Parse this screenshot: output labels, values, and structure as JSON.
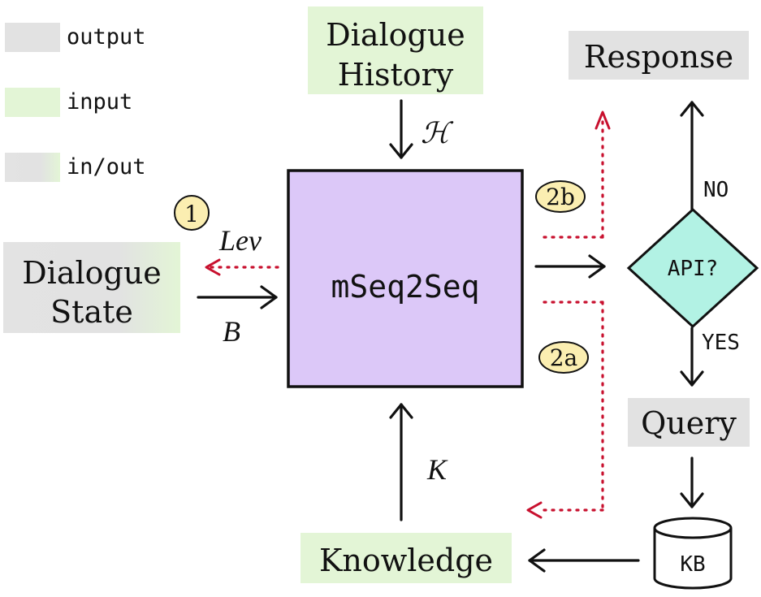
{
  "legend": {
    "items": [
      {
        "label": "output",
        "color": "#e2e2e2"
      },
      {
        "label": "input",
        "color": "#e3f5d6"
      },
      {
        "label": "in/out",
        "color": "#e2e2e2"
      }
    ]
  },
  "nodes": {
    "history": {
      "lines": [
        "Dialogue",
        "History"
      ]
    },
    "state": {
      "lines": [
        "Dialogue",
        "State"
      ]
    },
    "model": {
      "label": "mSeq2Seq"
    },
    "response": {
      "label": "Response"
    },
    "api": {
      "label": "API?"
    },
    "query": {
      "label": "Query"
    },
    "kb": {
      "label": "KB"
    },
    "knowledge": {
      "label": "Knowledge"
    }
  },
  "edges": {
    "h": "ℋ",
    "lev": "Lev",
    "b": "B",
    "k": "K",
    "no": "NO",
    "yes": "YES"
  },
  "steps": {
    "s1": "1",
    "s2a": "2a",
    "s2b": "2b"
  },
  "colors": {
    "output": "#e2e2e2",
    "input": "#e3f5d6",
    "model": "#dcc8f8",
    "decision": "#b2f2e4",
    "step": "#fbeeb1",
    "dotted": "#c8102e"
  }
}
